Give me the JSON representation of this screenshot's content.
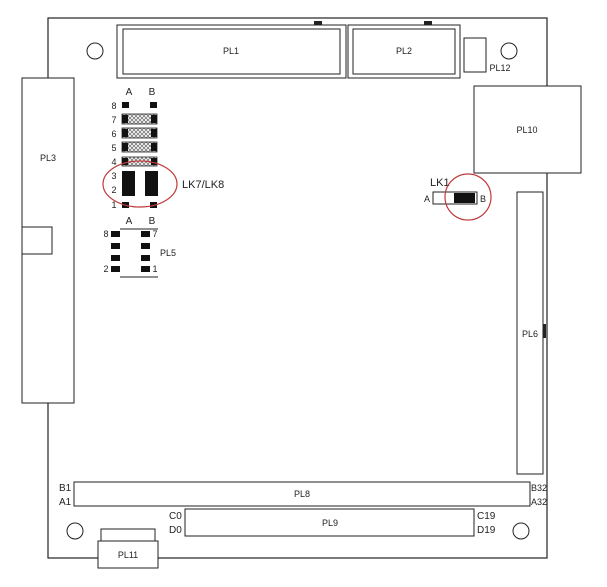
{
  "connectors": {
    "pl1": "PL1",
    "pl2": "PL2",
    "pl3": "PL3",
    "pl5": "PL5",
    "pl6": "PL6",
    "pl8": "PL8",
    "pl9": "PL9",
    "pl10": "PL10",
    "pl11": "PL11",
    "pl12": "PL12"
  },
  "links": {
    "lk7_lk8": "LK7/LK8",
    "lk1": "LK1",
    "lk1_a": "A",
    "lk1_b": "B"
  },
  "lk_header": {
    "col_a": "A",
    "col_b": "B",
    "rows": [
      "8",
      "7",
      "6",
      "5",
      "4",
      "3",
      "2",
      "1"
    ]
  },
  "pl5_header": {
    "col_a": "A",
    "col_b": "B",
    "pin_tl": "8",
    "pin_tr": "7",
    "pin_bl": "2",
    "pin_br": "1"
  },
  "pl8_pins": {
    "left_top": "B1",
    "left_bottom": "A1",
    "right_top": "B32",
    "right_bottom": "A32"
  },
  "pl9_pins": {
    "left_top": "C0",
    "left_bottom": "D0",
    "right_top": "C19",
    "right_bottom": "D19"
  },
  "colors": {
    "outline": "#222222",
    "highlight_ring": "#c0393b",
    "pad": "#111111",
    "hatch": "#777777"
  }
}
